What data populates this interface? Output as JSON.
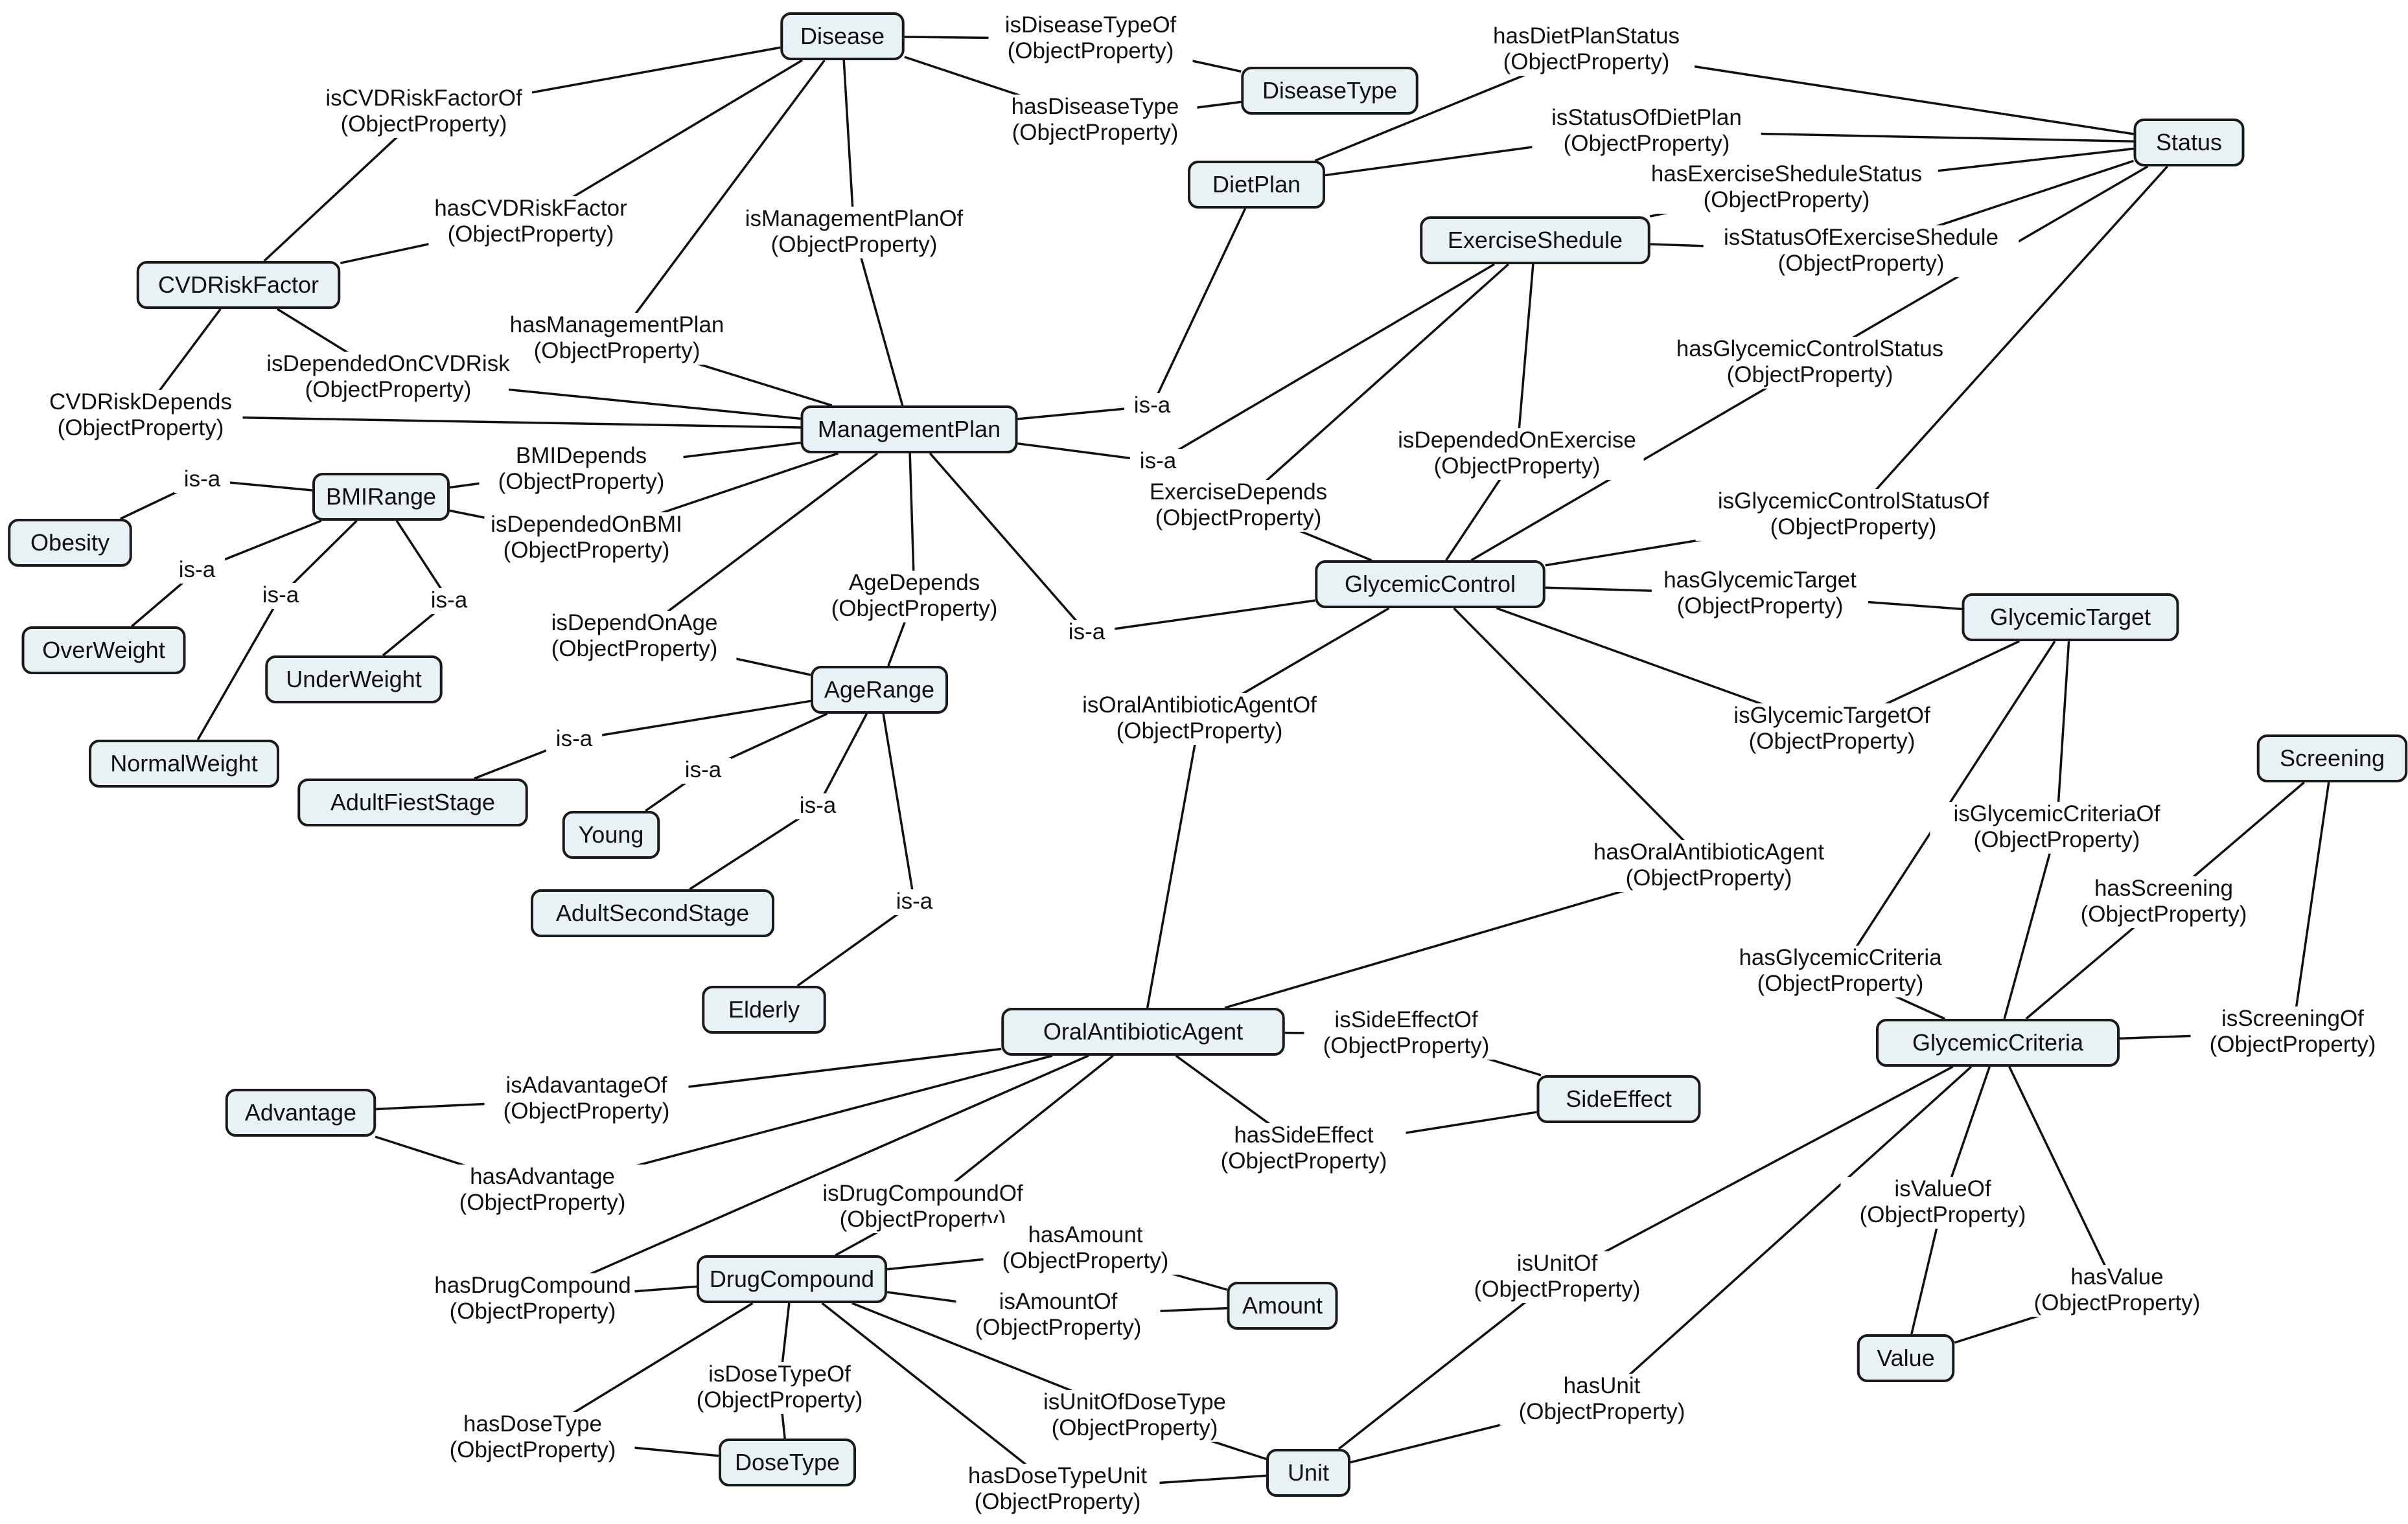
{
  "nodes": {
    "disease": "Disease",
    "diseasetype": "DiseaseType",
    "status": "Status",
    "dietplan": "DietPlan",
    "exerciseshedule": "ExerciseShedule",
    "cvdriskfactor": "CVDRiskFactor",
    "managementplan": "ManagementPlan",
    "bmirange": "BMIRange",
    "obesity": "Obesity",
    "overweight": "OverWeight",
    "underweight": "UnderWeight",
    "normalweight": "NormalWeight",
    "agerange": "AgeRange",
    "adultfieststage": "AdultFiestStage",
    "young": "Young",
    "adultsecondstage": "AdultSecondStage",
    "elderly": "Elderly",
    "glycemiccontrol": "GlycemicControl",
    "glycemictarget": "GlycemicTarget",
    "screening": "Screening",
    "glycemiccriteria": "GlycemicCriteria",
    "value": "Value",
    "oralantibioticagent": "OralAntibioticAgent",
    "sideeffect": "SideEffect",
    "advantage": "Advantage",
    "drugcompound": "DrugCompound",
    "amount": "Amount",
    "dosetype": "DoseType",
    "unit": "Unit"
  },
  "prop_type": "(ObjectProperty)",
  "edges": [
    {
      "id": "isDiseaseTypeOf",
      "from": "diseasetype",
      "to": "disease",
      "label": "isDiseaseTypeOf",
      "object_property": true
    },
    {
      "id": "hasDiseaseType",
      "from": "disease",
      "to": "diseasetype",
      "label": "hasDiseaseType",
      "object_property": true
    },
    {
      "id": "hasDietPlanStatus",
      "from": "dietplan",
      "to": "status",
      "label": "hasDietPlanStatus",
      "object_property": true
    },
    {
      "id": "isStatusOfDietPlan",
      "from": "status",
      "to": "dietplan",
      "label": "isStatusOfDietPlan",
      "object_property": true
    },
    {
      "id": "hasExerciseSheduleStatus",
      "from": "exerciseshedule",
      "to": "status",
      "label": "hasExerciseSheduleStatus",
      "object_property": true
    },
    {
      "id": "isStatusOfExerciseShedule",
      "from": "status",
      "to": "exerciseshedule",
      "label": "isStatusOfExerciseShedule",
      "object_property": true
    },
    {
      "id": "isCVDRiskFactorOf",
      "from": "cvdriskfactor",
      "to": "disease",
      "label": "isCVDRiskFactorOf",
      "object_property": true
    },
    {
      "id": "hasCVDRiskFactor",
      "from": "disease",
      "to": "cvdriskfactor",
      "label": "hasCVDRiskFactor",
      "object_property": true
    },
    {
      "id": "isManagementPlanOf",
      "from": "managementplan",
      "to": "disease",
      "label": "isManagementPlanOf",
      "object_property": true
    },
    {
      "id": "hasManagementPlan",
      "from": "disease",
      "to": "managementplan",
      "label": "hasManagementPlan",
      "object_property": true
    },
    {
      "id": "isDependedOnCVDRisk",
      "from": "managementplan",
      "to": "cvdriskfactor",
      "label": "isDependedOnCVDRisk",
      "object_property": true
    },
    {
      "id": "CVDRiskDepends",
      "from": "cvdriskfactor",
      "to": "managementplan",
      "label": "CVDRiskDepends",
      "object_property": true
    },
    {
      "id": "isa_diet",
      "from": "dietplan",
      "to": "managementplan",
      "label": "is-a",
      "object_property": false
    },
    {
      "id": "isa_exercise",
      "from": "exerciseshedule",
      "to": "managementplan",
      "label": "is-a",
      "object_property": false
    },
    {
      "id": "isa_glycemic",
      "from": "glycemiccontrol",
      "to": "managementplan",
      "label": "is-a",
      "object_property": false
    },
    {
      "id": "BMIDepends",
      "from": "bmirange",
      "to": "managementplan",
      "label": "BMIDepends",
      "object_property": true
    },
    {
      "id": "isDependedOnBMI",
      "from": "managementplan",
      "to": "bmirange",
      "label": "isDependedOnBMI",
      "object_property": true
    },
    {
      "id": "isa_obesity",
      "from": "obesity",
      "to": "bmirange",
      "label": "is-a",
      "object_property": false
    },
    {
      "id": "isa_overweight",
      "from": "overweight",
      "to": "bmirange",
      "label": "is-a",
      "object_property": false
    },
    {
      "id": "isa_normalweight",
      "from": "normalweight",
      "to": "bmirange",
      "label": "is-a",
      "object_property": false
    },
    {
      "id": "isa_underweight",
      "from": "underweight",
      "to": "bmirange",
      "label": "is-a",
      "object_property": false
    },
    {
      "id": "isDependOnAge",
      "from": "managementplan",
      "to": "agerange",
      "label": "isDependOnAge",
      "object_property": true
    },
    {
      "id": "AgeDepends",
      "from": "agerange",
      "to": "managementplan",
      "label": "AgeDepends",
      "object_property": true
    },
    {
      "id": "isa_adultfirst",
      "from": "adultfieststage",
      "to": "agerange",
      "label": "is-a",
      "object_property": false
    },
    {
      "id": "isa_young",
      "from": "young",
      "to": "agerange",
      "label": "is-a",
      "object_property": false
    },
    {
      "id": "isa_adultsecond",
      "from": "adultsecondstage",
      "to": "agerange",
      "label": "is-a",
      "object_property": false
    },
    {
      "id": "isa_elderly",
      "from": "elderly",
      "to": "agerange",
      "label": "is-a",
      "object_property": false
    },
    {
      "id": "isDependedOnExercise",
      "from": "glycemiccontrol",
      "to": "exerciseshedule",
      "label": "isDependedOnExercise",
      "object_property": true
    },
    {
      "id": "ExerciseDepends",
      "from": "exerciseshedule",
      "to": "glycemiccontrol",
      "label": "ExerciseDepends",
      "object_property": true
    },
    {
      "id": "hasGlycemicControlStatus",
      "from": "glycemiccontrol",
      "to": "status",
      "label": "hasGlycemicControlStatus",
      "object_property": true
    },
    {
      "id": "isGlycemicControlStatusOf",
      "from": "status",
      "to": "glycemiccontrol",
      "label": "isGlycemicControlStatusOf",
      "object_property": true
    },
    {
      "id": "hasGlycemicTarget",
      "from": "glycemiccontrol",
      "to": "glycemictarget",
      "label": "hasGlycemicTarget",
      "object_property": true
    },
    {
      "id": "isGlycemicTargetOf",
      "from": "glycemictarget",
      "to": "glycemiccontrol",
      "label": "isGlycemicTargetOf",
      "object_property": true
    },
    {
      "id": "hasOralAntibioticAgent",
      "from": "glycemiccontrol",
      "to": "oralantibioticagent",
      "label": "hasOralAntibioticAgent",
      "object_property": true
    },
    {
      "id": "isOralAntibioticAgentOf",
      "from": "oralantibioticagent",
      "to": "glycemiccontrol",
      "label": "isOralAntibioticAgentOf",
      "object_property": true
    },
    {
      "id": "isGlycemicCriteriaOf",
      "from": "glycemiccriteria",
      "to": "glycemictarget",
      "label": "isGlycemicCriteriaOf",
      "object_property": true
    },
    {
      "id": "hasGlycemicCriteria",
      "from": "glycemictarget",
      "to": "glycemiccriteria",
      "label": "hasGlycemicCriteria",
      "object_property": true
    },
    {
      "id": "hasScreening",
      "from": "glycemiccriteria",
      "to": "screening",
      "label": "hasScreening",
      "object_property": true
    },
    {
      "id": "isScreeningOf",
      "from": "screening",
      "to": "glycemiccriteria",
      "label": "isScreeningOf",
      "object_property": true
    },
    {
      "id": "isValueOf",
      "from": "value",
      "to": "glycemiccriteria",
      "label": "isValueOf",
      "object_property": true
    },
    {
      "id": "hasValue",
      "from": "glycemiccriteria",
      "to": "value",
      "label": "hasValue",
      "object_property": true
    },
    {
      "id": "isUnitOf",
      "from": "unit",
      "to": "glycemiccriteria",
      "label": "isUnitOf",
      "object_property": true
    },
    {
      "id": "hasUnit",
      "from": "glycemiccriteria",
      "to": "unit",
      "label": "hasUnit",
      "object_property": true
    },
    {
      "id": "isSideEffectOf",
      "from": "sideeffect",
      "to": "oralantibioticagent",
      "label": "isSideEffectOf",
      "object_property": true
    },
    {
      "id": "hasSideEffect",
      "from": "oralantibioticagent",
      "to": "sideeffect",
      "label": "hasSideEffect",
      "object_property": true
    },
    {
      "id": "isAdavantageOf",
      "from": "advantage",
      "to": "oralantibioticagent",
      "label": "isAdavantageOf",
      "object_property": true
    },
    {
      "id": "hasAdvantage",
      "from": "oralantibioticagent",
      "to": "advantage",
      "label": "hasAdvantage",
      "object_property": true
    },
    {
      "id": "isDrugCompoundOf",
      "from": "drugcompound",
      "to": "oralantibioticagent",
      "label": "isDrugCompoundOf",
      "object_property": true
    },
    {
      "id": "hasDrugCompound",
      "from": "oralantibioticagent",
      "to": "drugcompound",
      "label": "hasDrugCompound",
      "object_property": true
    },
    {
      "id": "hasAmount",
      "from": "drugcompound",
      "to": "amount",
      "label": "hasAmount",
      "object_property": true
    },
    {
      "id": "isAmountOf",
      "from": "amount",
      "to": "drugcompound",
      "label": "isAmountOf",
      "object_property": true
    },
    {
      "id": "isDoseTypeOf",
      "from": "dosetype",
      "to": "drugcompound",
      "label": "isDoseTypeOf",
      "object_property": true
    },
    {
      "id": "hasDoseType",
      "from": "drugcompound",
      "to": "dosetype",
      "label": "hasDoseType",
      "object_property": true
    },
    {
      "id": "isUnitOfDoseType",
      "from": "unit",
      "to": "drugcompound",
      "label": "isUnitOfDoseType",
      "object_property": true
    },
    {
      "id": "hasDoseTypeUnit",
      "from": "drugcompound",
      "to": "unit",
      "label": "hasDoseTypeUnit",
      "object_property": true
    }
  ]
}
